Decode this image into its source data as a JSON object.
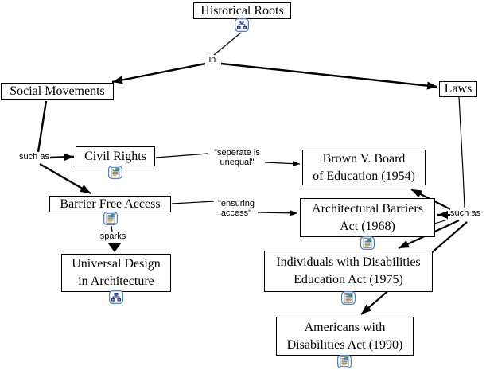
{
  "diagram": {
    "type": "concept-map",
    "nodes": [
      {
        "id": "historical-roots",
        "label": "Historical Roots",
        "icon": "concept-map-icon"
      },
      {
        "id": "social-movements",
        "label": "Social Movements",
        "icon": null
      },
      {
        "id": "laws",
        "label": "Laws",
        "icon": null
      },
      {
        "id": "civil-rights",
        "label": "Civil Rights",
        "icon": "document-icon"
      },
      {
        "id": "brown-v-board",
        "label": "Brown V. Board\nof Education (1954)",
        "icon": null
      },
      {
        "id": "barrier-free-access",
        "label": "Barrier Free Access",
        "icon": "document-icon"
      },
      {
        "id": "architectural-barriers-act",
        "label": "Architectural Barriers\nAct (1968)",
        "icon": "document-icon"
      },
      {
        "id": "universal-design",
        "label": "Universal Design\nin Architecture",
        "icon": "concept-map-icon"
      },
      {
        "id": "individuals-idea",
        "label": "Individuals with Disabilities\nEducation Act (1975)",
        "icon": "document-icon"
      },
      {
        "id": "americans-ada",
        "label": "Americans with\nDisabilities Act (1990)",
        "icon": "document-icon"
      }
    ],
    "link_labels": [
      {
        "id": "in",
        "text": "in"
      },
      {
        "id": "such-as-left",
        "text": "such as"
      },
      {
        "id": "separate-is-unequal",
        "text": "\"seperate is\nunequal\""
      },
      {
        "id": "ensuring-access",
        "text": "\"ensuring\naccess\""
      },
      {
        "id": "sparks",
        "text": "sparks"
      },
      {
        "id": "such-as-right",
        "text": "such as"
      }
    ],
    "colors": {
      "node_border": "#000000",
      "node_background": "#ffffff",
      "line": "#000000",
      "icon_border": "#4a7fd1",
      "icon_node_fill": "#1c2f86",
      "icon_thumbnail_fill": "#2e9db0",
      "icon_highlight": "#e8c84a"
    }
  }
}
